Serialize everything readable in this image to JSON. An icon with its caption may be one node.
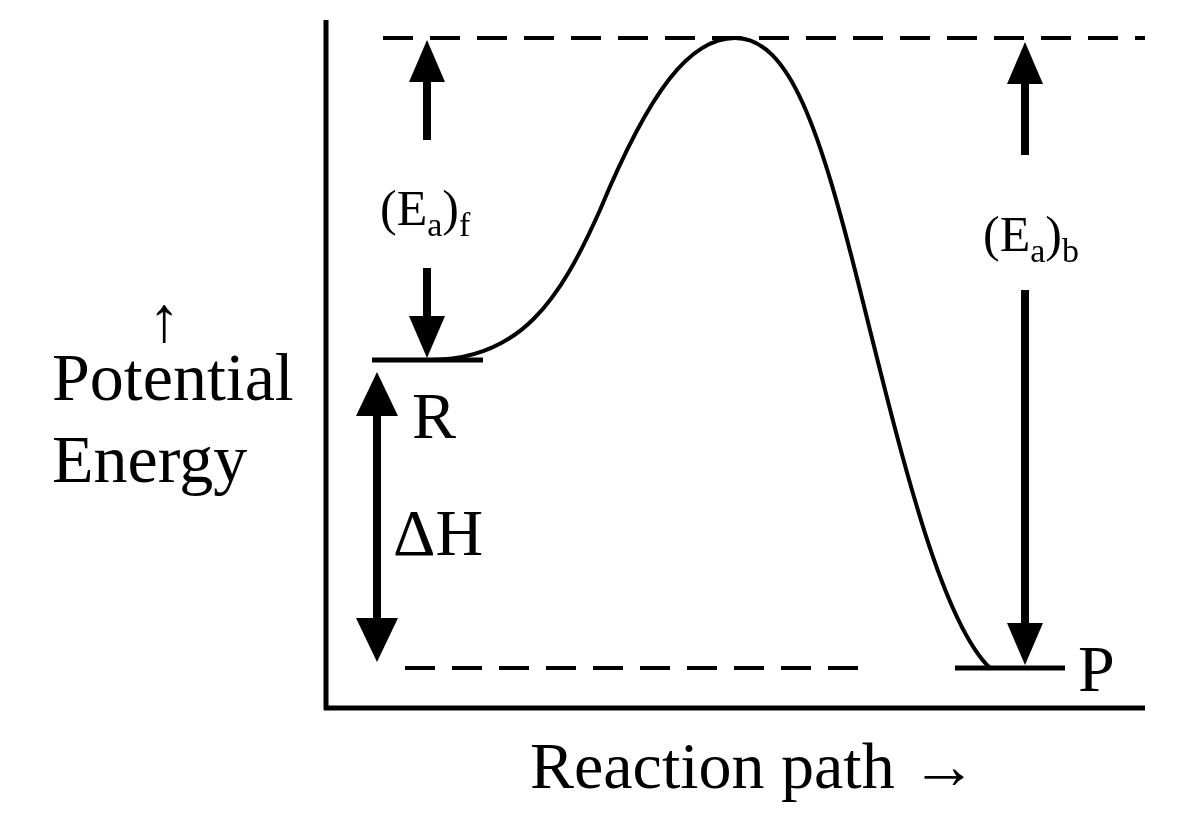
{
  "diagram": {
    "labels": [
      "(E$_{a}$)$_{f}$",
      "(E$_{a}$)$_{b}$",
      "↑",
      "Potential Energy",
      "R",
      "ΔH",
      "P",
      "Reaction path →"
    ]
  }
}
